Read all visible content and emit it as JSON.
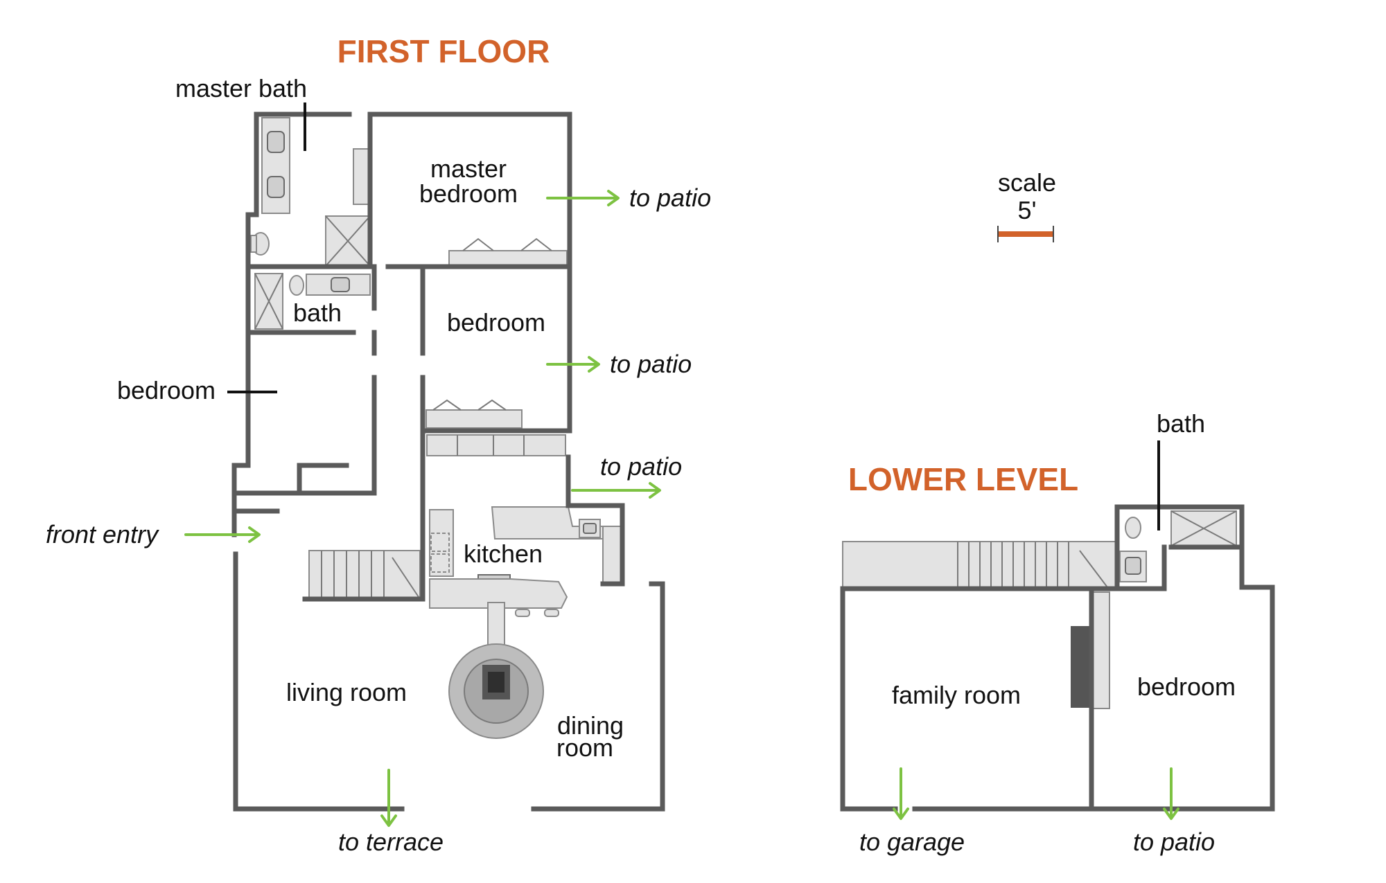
{
  "first_floor": {
    "title": "FIRST FLOOR",
    "rooms": {
      "master_bath": "master bath",
      "master_bedroom_1": "master",
      "master_bedroom_2": "bedroom",
      "bath": "bath",
      "bedroom_center": "bedroom",
      "bedroom_left": "bedroom",
      "kitchen": "kitchen",
      "living_room": "living room",
      "dining_room_1": "dining",
      "dining_room_2": "room"
    },
    "exits": {
      "patio_master": "to patio",
      "patio_bedroom": "to patio",
      "patio_kitchen": "to patio",
      "front_entry": "front entry",
      "terrace": "to terrace"
    }
  },
  "lower_level": {
    "title": "LOWER LEVEL",
    "rooms": {
      "bath": "bath",
      "family_room": "family room",
      "bedroom": "bedroom"
    },
    "exits": {
      "garage": "to garage",
      "patio": "to patio"
    }
  },
  "scale": {
    "label": "scale",
    "value": "5'",
    "color": "#d2622a"
  },
  "colors": {
    "title": "#d2622a",
    "arrow": "#7dc242",
    "wall": "#5a5a5a"
  }
}
